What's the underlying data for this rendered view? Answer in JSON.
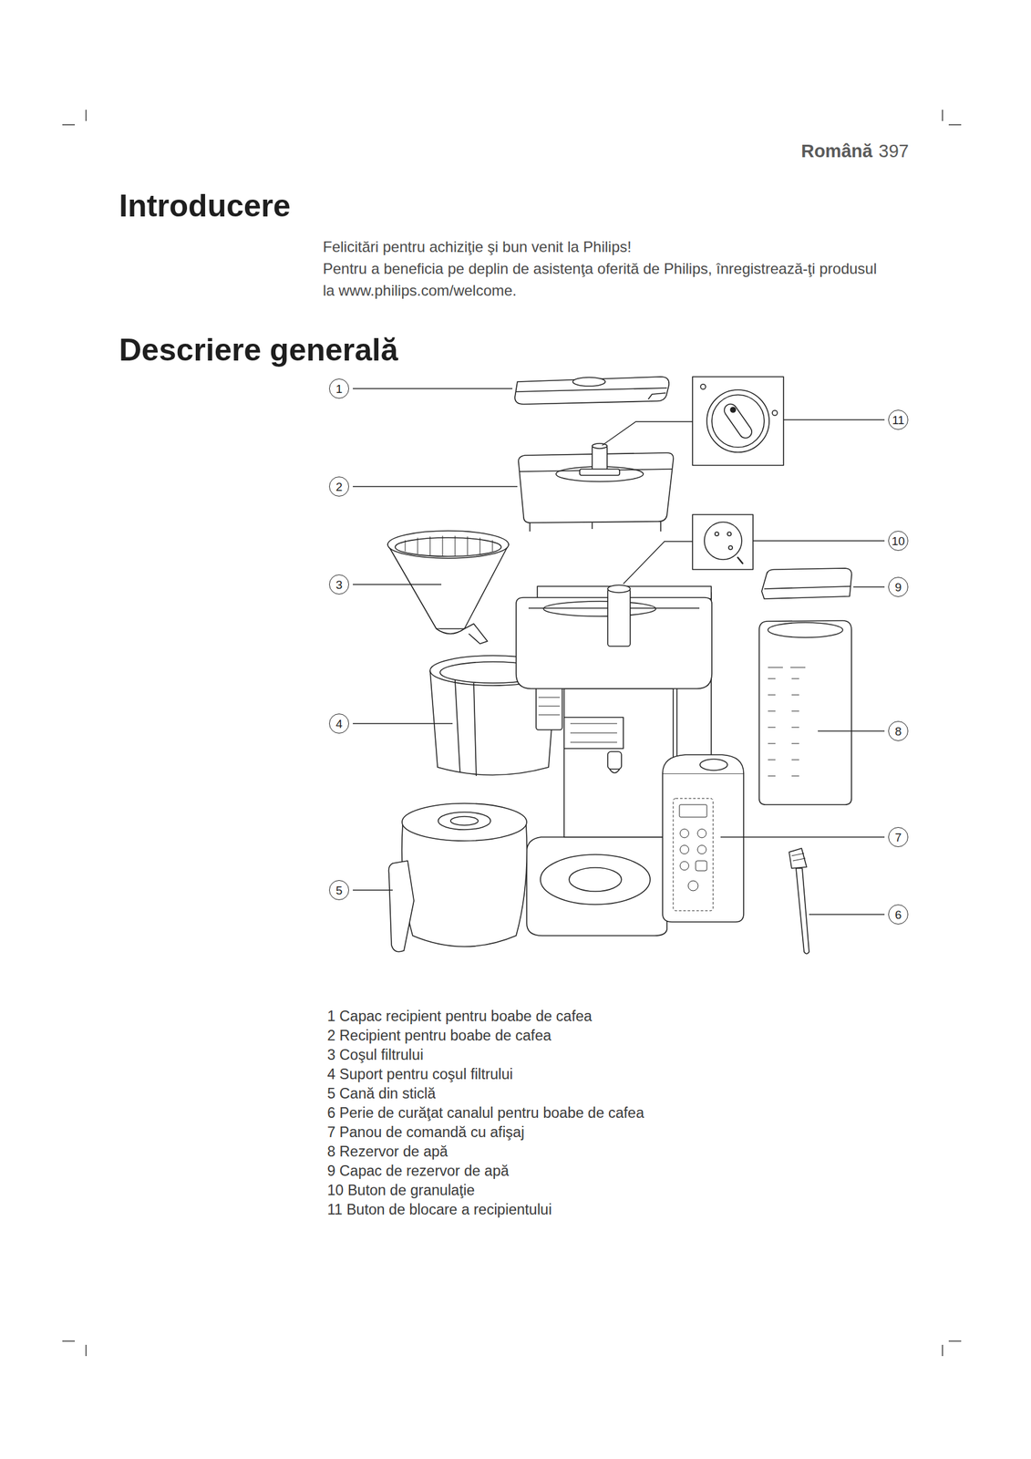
{
  "diagram": {
    "title": "Descriere generală",
    "labels": [
      "Română",
      "397",
      "Introducere",
      "Felicitări pentru achiziţie şi bun venit la Philips!",
      "Pentru a beneficia pe deplin de asistenţa oferită de Philips, înregistrează-ţi produsul la www.philips.com/welcome.",
      "1",
      "2",
      "3",
      "4",
      "5",
      "6",
      "7",
      "8",
      "9",
      "10",
      "11",
      "1 Capac recipient pentru boabe de cafea",
      "2 Recipient pentru boabe de cafea",
      "3 Coşul filtrului",
      "4 Suport pentru coşul filtrului",
      "5 Cană din sticlă",
      "6 Perie de curăţat canalul pentru boabe de cafea",
      "7 Panou de comandă cu afişaj",
      "8 Rezervor de apă",
      "9 Capac de rezervor de apă",
      "10 Buton de granulaţie",
      "11 Buton de blocare a recipientului"
    ]
  }
}
